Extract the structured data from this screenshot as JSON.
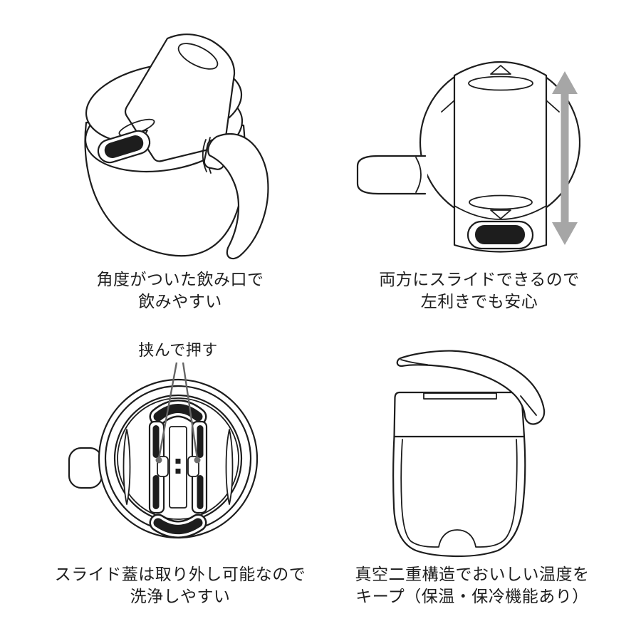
{
  "page": {
    "background": "#ffffff",
    "ink_color": "#1d1d1d",
    "arrow_color": "#a6a6a6",
    "pointer_color": "#6e6e6e"
  },
  "figures": {
    "top_left": {
      "caption": [
        "角度がついた飲み口で",
        "飲みやすい"
      ]
    },
    "top_right": {
      "caption": [
        "両方にスライドできるので",
        "左利きでも安心"
      ]
    },
    "bottom_left": {
      "annotation": "挟んで押す",
      "caption": [
        "スライド蓋は取り外し可能なので",
        "洗浄しやすい"
      ]
    },
    "bottom_right": {
      "caption": [
        "真空二重構造でおいしい温度を",
        "キープ（保温・保冷機能あり）"
      ]
    }
  }
}
